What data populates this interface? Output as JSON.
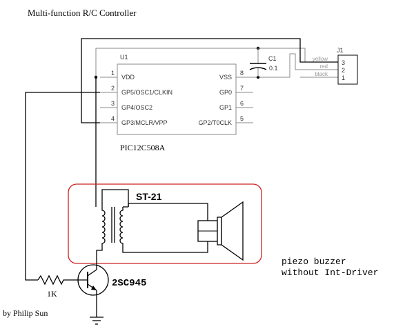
{
  "title": "Multi-function R/C Controller",
  "author": "by Philip Sun",
  "ic": {
    "ref": "U1",
    "part": "PIC12C508A",
    "pins_left": [
      {
        "num": "1",
        "name": "VDD"
      },
      {
        "num": "2",
        "name": "GP5/OSC1/CLKIN"
      },
      {
        "num": "3",
        "name": "GP4/OSC2"
      },
      {
        "num": "4",
        "name": "GP3/MCLR/VPP"
      }
    ],
    "pins_right": [
      {
        "num": "8",
        "name": "VSS"
      },
      {
        "num": "7",
        "name": "GP0"
      },
      {
        "num": "6",
        "name": "GP1"
      },
      {
        "num": "5",
        "name": "GP2/T0CLK"
      }
    ]
  },
  "capacitor": {
    "ref": "C1",
    "value": "0.1"
  },
  "connector": {
    "ref": "J1",
    "pins": [
      {
        "num": "3",
        "wire": "yellow"
      },
      {
        "num": "2",
        "wire": "red"
      },
      {
        "num": "1",
        "wire": "black"
      }
    ]
  },
  "transformer": {
    "label": "ST-21"
  },
  "transistor": {
    "label": "2SC945"
  },
  "resistor": {
    "label": "1K"
  },
  "buzzer_note": {
    "line1": "piezo buzzer",
    "line2": "without Int-Driver"
  },
  "colors": {
    "highlight_box": "#cc2222",
    "trace": "#000000",
    "ic_outline": "#8a8a8a"
  }
}
